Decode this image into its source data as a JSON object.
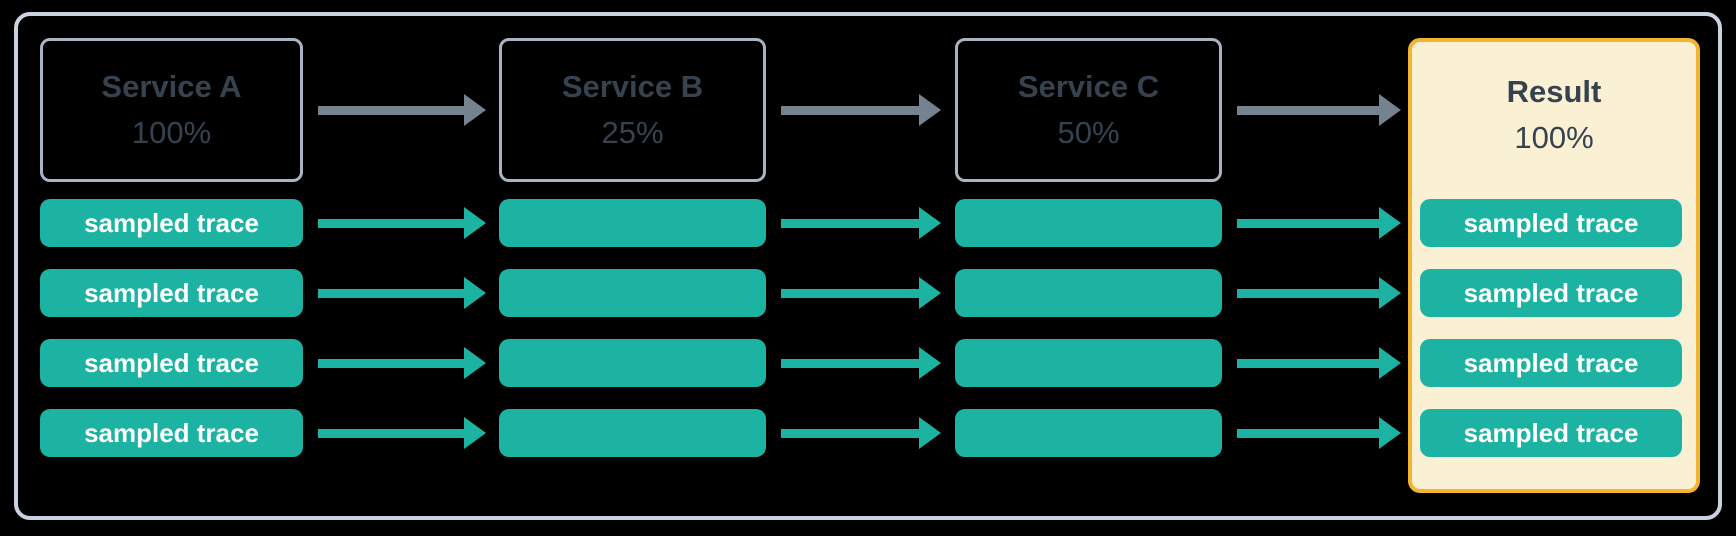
{
  "diagram": {
    "type": "flow",
    "description": "Trace sampling flow across services",
    "trace_label": "sampled trace",
    "pill_rows_per_column": 4,
    "columns": [
      {
        "id": "service-a",
        "title": "Service A",
        "rate": "100%",
        "kind": "service",
        "pills_labeled": true
      },
      {
        "id": "service-b",
        "title": "Service B",
        "rate": "25%",
        "kind": "service",
        "pills_labeled": false
      },
      {
        "id": "service-c",
        "title": "Service C",
        "rate": "50%",
        "kind": "service",
        "pills_labeled": false
      },
      {
        "id": "result",
        "title": "Result",
        "rate": "100%",
        "kind": "result",
        "pills_labeled": true
      }
    ],
    "colors": {
      "background": "#000000",
      "container_border": "#c9d2de",
      "service_box_border": "#a9b4c2",
      "service_text": "#36434f",
      "service_arrow": "#75828f",
      "trace_pill": "#1cb3a2",
      "trace_arrow": "#1cb3a2",
      "trace_text": "#ffffff",
      "result_background": "#faf0d4",
      "result_border": "#f3b52f",
      "result_text": "#36434f"
    }
  }
}
